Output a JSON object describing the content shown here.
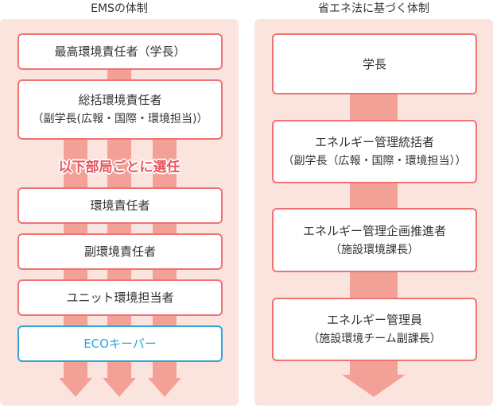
{
  "ems": {
    "title": "EMSの体制",
    "boxes": [
      {
        "label": "最高環境責任者（学長）"
      },
      {
        "label": "総括環境責任者",
        "sub": "（副学長(広報・国際・環境担当)）"
      },
      {
        "label": "環境責任者"
      },
      {
        "label": "副環境責任者"
      },
      {
        "label": "ユニット環境担当者"
      },
      {
        "label": "ECOキーパー"
      }
    ],
    "select_label": "以下部局ごとに選任"
  },
  "energy": {
    "title": "省エネ法に基づく体制",
    "boxes": [
      {
        "label": "学長"
      },
      {
        "label": "エネルギー管理統括者",
        "sub": "（副学長（広報・国際・環境担当））"
      },
      {
        "label": "エネルギー管理企画推進者",
        "sub": "（施設環境課長）"
      },
      {
        "label": "エネルギー管理員",
        "sub": "（施設環境チーム副課長）"
      }
    ]
  },
  "colors": {
    "panel_bg": "#fce4de",
    "stripe": "#f3a097",
    "box_border": "#ef7373",
    "eco_accent": "#2ea6d8",
    "select_label": "#ea5560"
  }
}
